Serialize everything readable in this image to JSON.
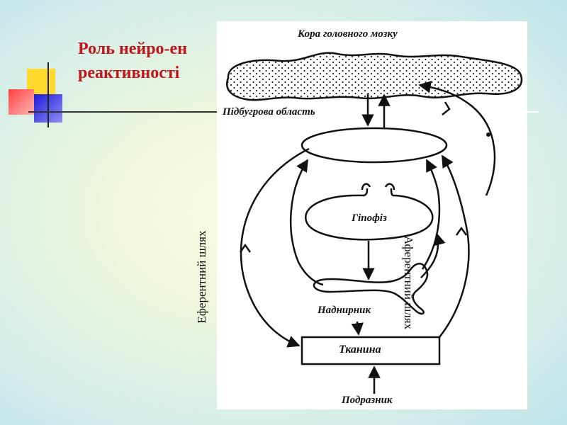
{
  "slide": {
    "title_line1": "Роль нейро-ен",
    "title_line2": "реактивності"
  },
  "diagram": {
    "cortex": "Кора головного мозку",
    "hypothalamus": "Підбугрова область",
    "pituitary": "Гіпофіз",
    "adrenal": "Наднирник",
    "tissue": "Тканина",
    "stimulus": "Подразник",
    "efferent_path": "Еферентний шлях",
    "afferent_path": "Аферентний шлях"
  }
}
